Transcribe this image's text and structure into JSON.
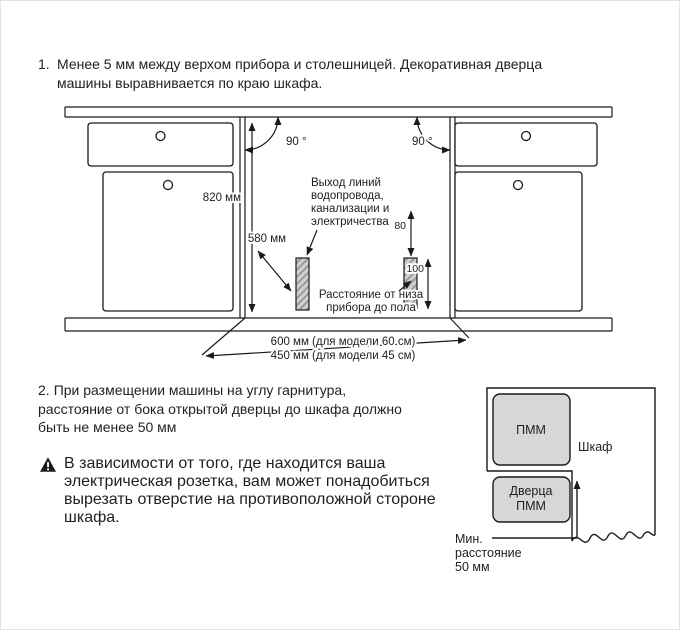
{
  "section1": {
    "number": "1.",
    "lines": [
      "Менее 5 мм между верхом прибора и столешницей. Декоративная дверца",
      "машины выравнивается по краю шкафа."
    ]
  },
  "diagram_install": {
    "angle_left": "90 °",
    "angle_right": "90 °",
    "height": "820 мм",
    "depth": "580 мм",
    "outlet_lines": [
      "Выход линий",
      "водопровода,",
      "канализации и",
      "электричества"
    ],
    "dim_small_top": "80",
    "dim_small_bottom": "100",
    "floor_note_lines": [
      "Расстояние от низа",
      "прибора до пола"
    ],
    "width_model60": "600 мм (для модели 60 см)",
    "width_model45": "450 мм (для модели 45 см)"
  },
  "section2": {
    "number": "2.",
    "lines": [
      "При размещении машины на углу гарнитура,",
      "расстояние от бока открытой дверцы до шкафа должно",
      "быть не менее 50 мм"
    ]
  },
  "warning": {
    "lines": [
      "В зависимости от того, где находится ваша",
      "электрическая розетка, вам может понадобиться",
      "вырезать отверстие на противоположной стороне",
      "шкафа."
    ]
  },
  "diagram_corner": {
    "pmm_label": "ПММ",
    "cabinet_label": "Шкаф",
    "door_lines": [
      "Дверца",
      "ПММ"
    ],
    "min_distance_lines": [
      "Мин.",
      "расстояние",
      "50 мм"
    ]
  },
  "colors": {
    "line": "#1a1a1a",
    "text": "#1f1f1f",
    "panel_gray": "#d7d7d7"
  }
}
